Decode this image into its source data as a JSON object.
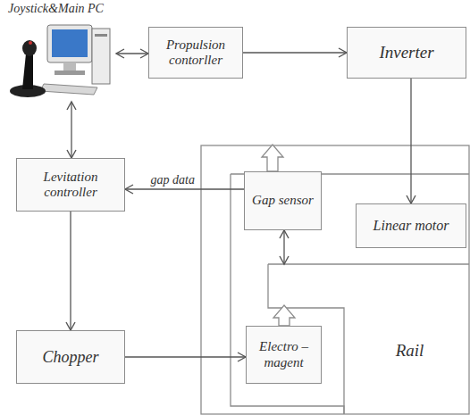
{
  "diagram": {
    "nodes": [
      {
        "text": [
          "Joystick&Main PC"
        ]
      },
      {
        "text": [
          "Propulsion contorller"
        ]
      },
      {
        "text": [
          "Inverter"
        ]
      },
      {
        "text": [
          "Levitation controller"
        ]
      },
      {
        "text": [
          "Gap sensor"
        ]
      },
      {
        "text": [
          "Linear motor"
        ]
      },
      {
        "text": [
          "Chopper"
        ]
      },
      {
        "text": [
          "Electro – magent"
        ]
      },
      {
        "text": [
          "Rail"
        ]
      }
    ],
    "edges": [
      {
        "from": 0,
        "to": 1,
        "arrow": "both"
      },
      {
        "from": 1,
        "to": 2,
        "arrow": "to"
      },
      {
        "from": 2,
        "to": 5,
        "arrow": "to"
      },
      {
        "from": 0,
        "to": 3,
        "arrow": "both"
      },
      {
        "from": 4,
        "to": 3,
        "label": "gap data",
        "arrow": "to"
      },
      {
        "from": 3,
        "to": 6,
        "arrow": "to"
      },
      {
        "from": 6,
        "to": 7,
        "arrow": "to"
      },
      {
        "from": 4,
        "to": 8,
        "arrow": "both"
      }
    ]
  }
}
